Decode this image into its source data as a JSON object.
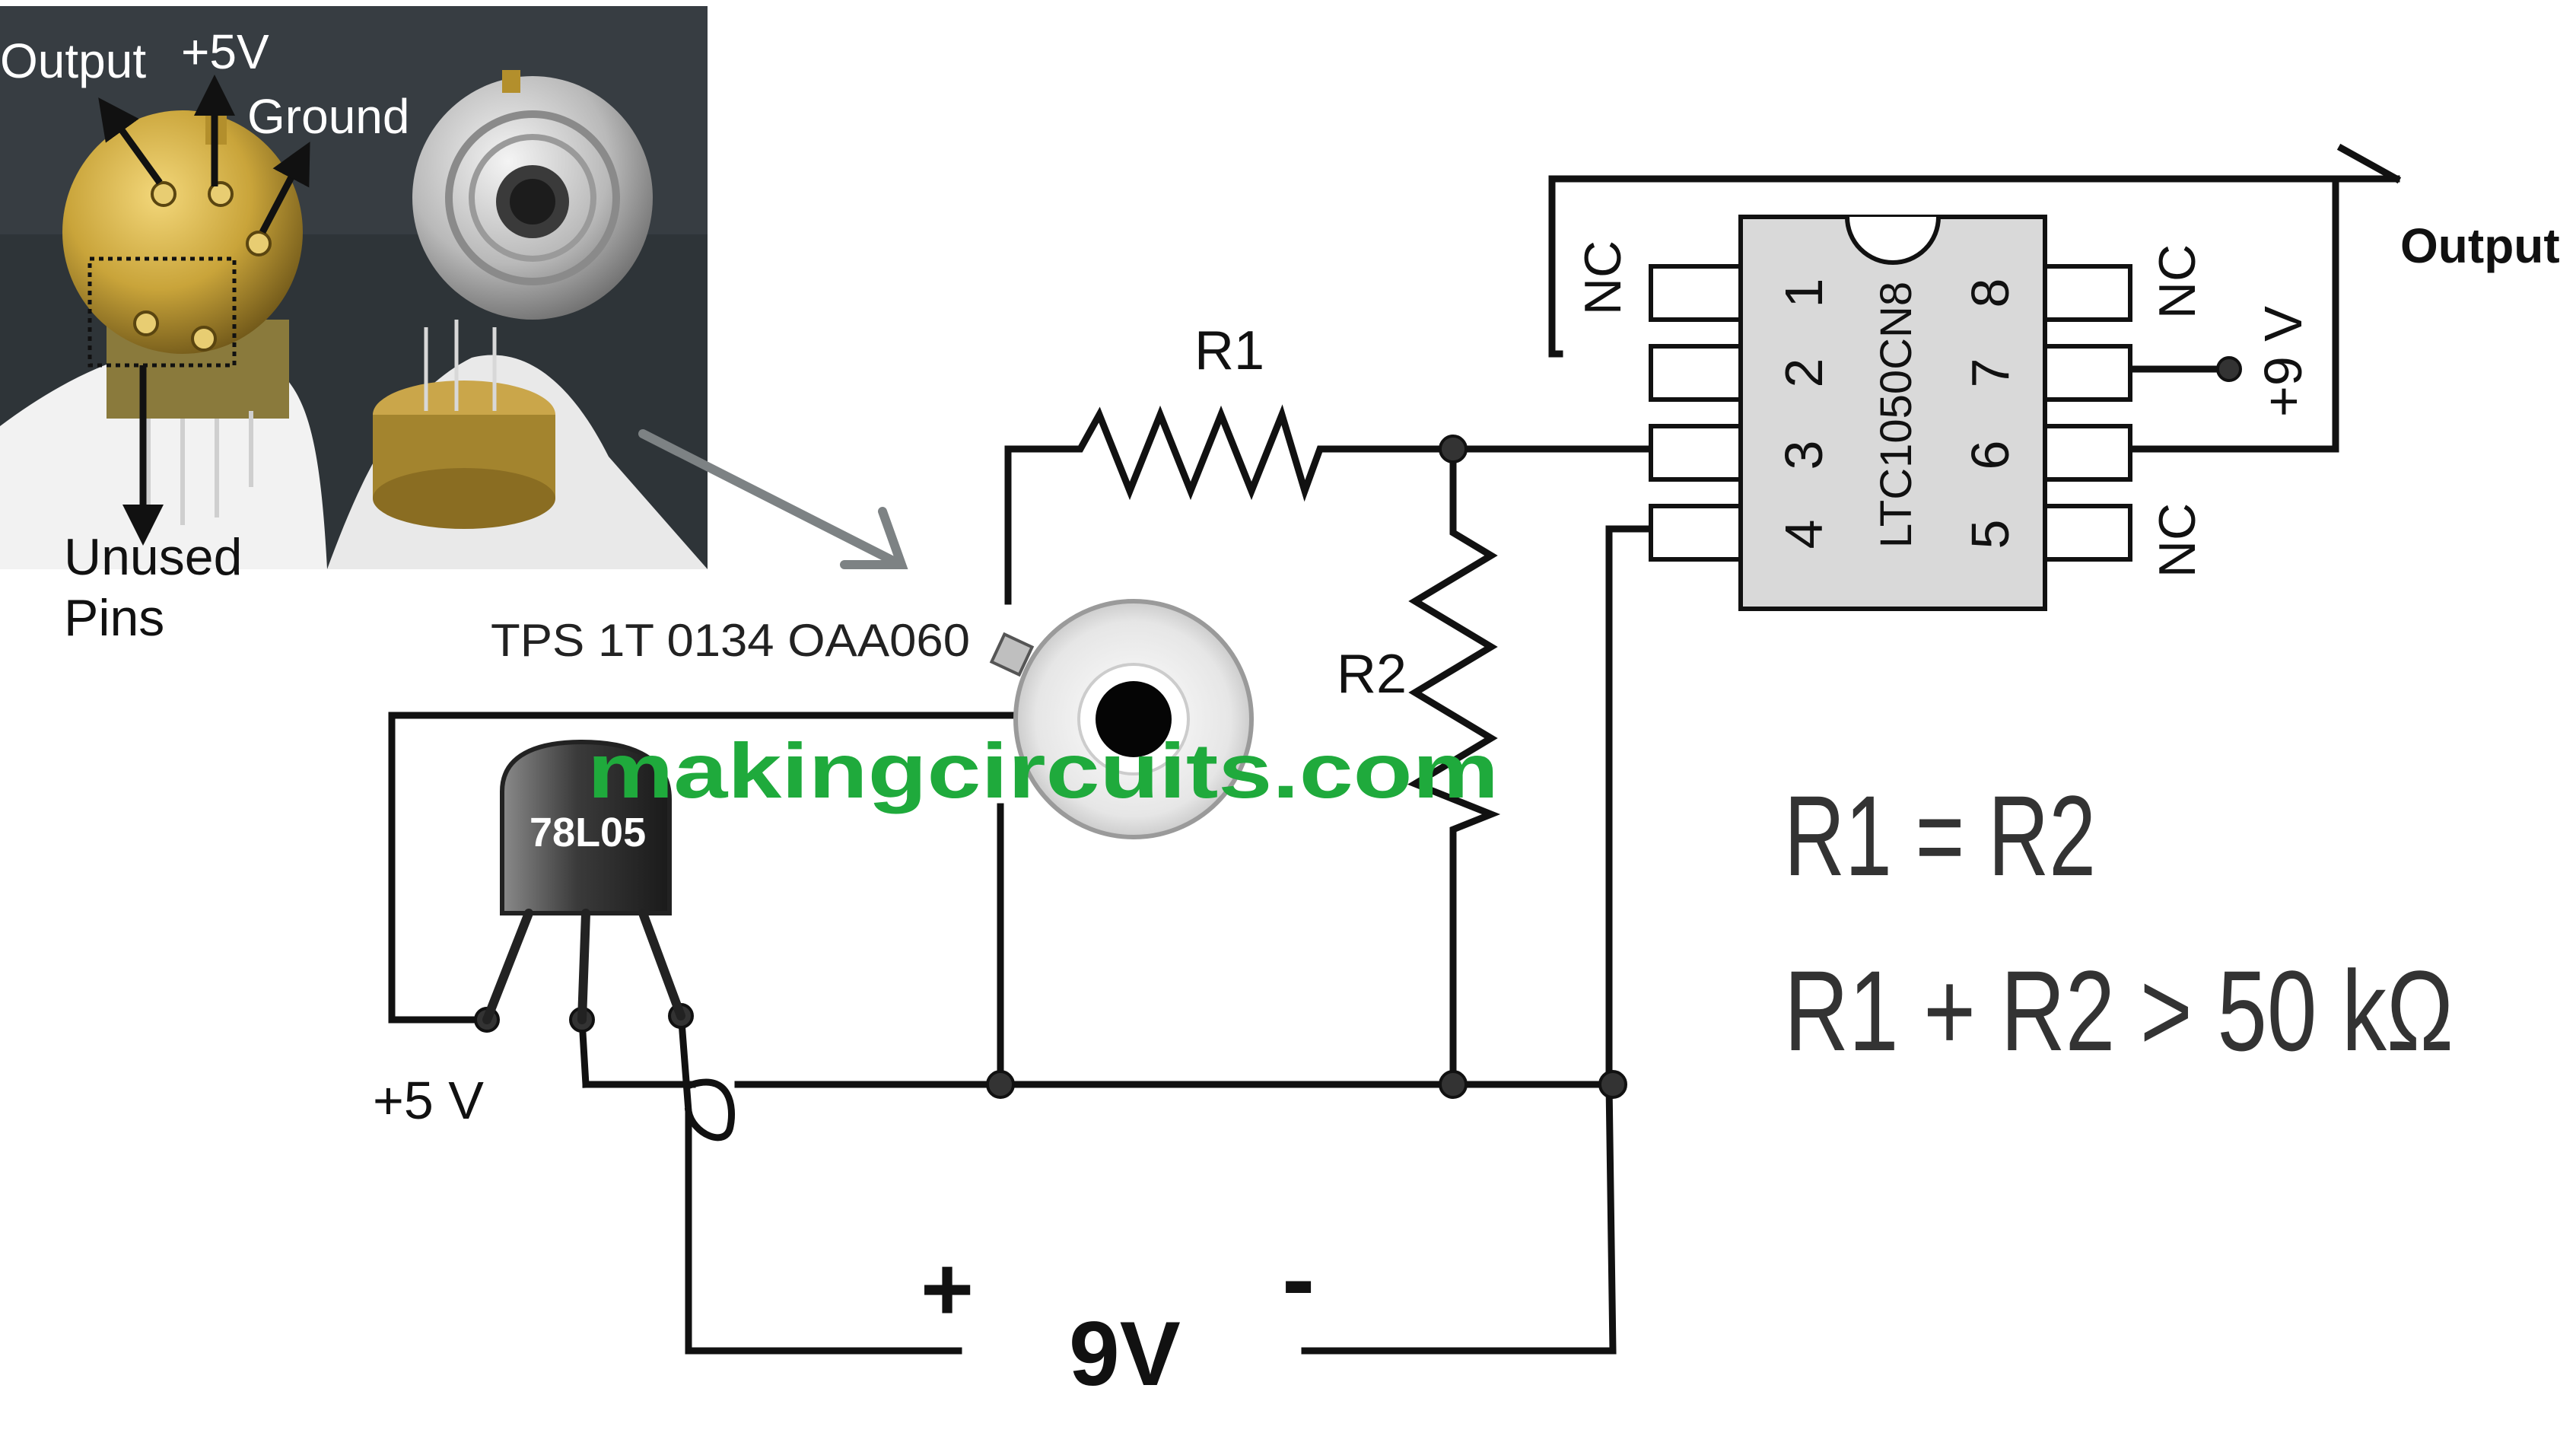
{
  "photo": {
    "labels": {
      "output": "Output",
      "plus5v": "+5V",
      "ground": "Ground",
      "unused": "Unused",
      "pins": "Pins"
    }
  },
  "sensor": {
    "part_number": "TPS 1T 0134 OAA060"
  },
  "resistors": {
    "r1": "R1",
    "r2": "R2"
  },
  "regulator": {
    "label": "78L05",
    "out_label": "+5 V"
  },
  "ic": {
    "name": "LTC1050CN8",
    "left_pins": [
      "1",
      "2",
      "3",
      "4"
    ],
    "right_pins": [
      "8",
      "7",
      "6",
      "5"
    ],
    "nc": "NC",
    "supply": "+9 V",
    "output": "Output"
  },
  "battery": {
    "plus": "+",
    "minus": "-",
    "voltage": "9V"
  },
  "watermark": "makingcircuits.com",
  "equations": {
    "line1": "R1 = R2",
    "line2": "R1 + R2 > 50 kΩ"
  },
  "colors": {
    "watermark": "#1faa3c",
    "ic_body": "#d9d9d9",
    "photo_bg": "#2e3438",
    "gold": "#c9a43a",
    "arrow_gray": "#7d8284"
  }
}
